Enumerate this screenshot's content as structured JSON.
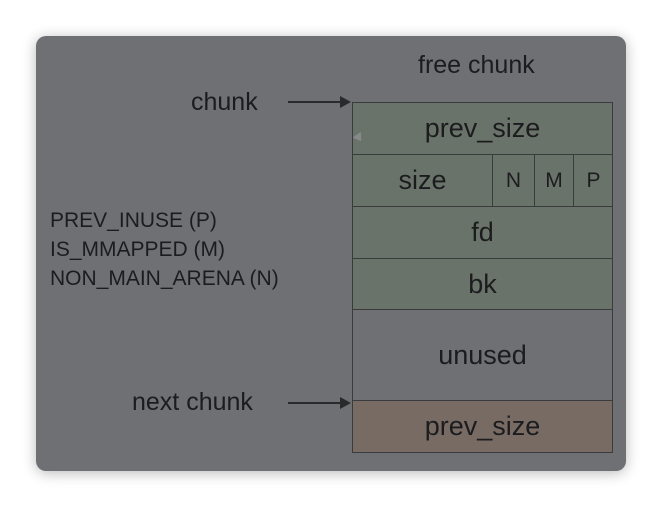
{
  "diagram": {
    "title": "free chunk",
    "pointer_labels": {
      "chunk": "chunk",
      "next_chunk": "next chunk"
    },
    "flag_legend": [
      "PREV_INUSE (P)",
      "IS_MMAPPED (M)",
      "NON_MAIN_ARENA (N)"
    ],
    "fields": {
      "prev_size": "prev_size",
      "size": "size",
      "flag_n": "N",
      "flag_m": "M",
      "flag_p": "P",
      "fd": "fd",
      "bk": "bk",
      "unused": "unused",
      "next_prev_size": "prev_size"
    },
    "colors": {
      "background": "#6f7074",
      "header_fields": "#6a7369",
      "unused": "#6f7074",
      "next_chunk_field": "#776b64",
      "text": "#1c1c1f"
    }
  }
}
